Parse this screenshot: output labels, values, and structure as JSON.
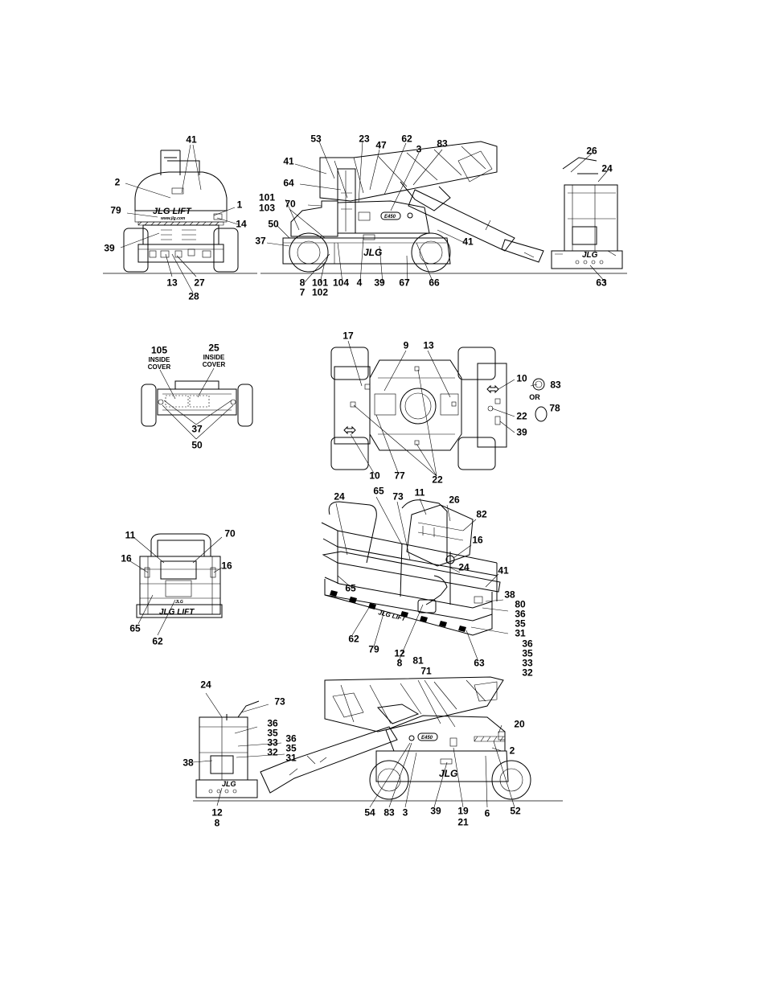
{
  "decal_text": {
    "brand": "JLG",
    "brand_lift": "JLG LIFT",
    "web": "www.jlg.com",
    "model": "E450"
  },
  "callouts": {
    "v1": [
      "41",
      "2",
      "1",
      "79",
      "14",
      "39",
      "13",
      "27",
      "28"
    ],
    "v2": [
      "53",
      "23",
      "47",
      "62",
      "3",
      "83",
      "41",
      "64",
      "101",
      "103",
      "70",
      "50",
      "37",
      "41",
      "8",
      "7",
      "101",
      "102",
      "104",
      "4",
      "39",
      "67",
      "66",
      "26",
      "24",
      "63"
    ],
    "v3": [
      "105",
      "25",
      "37",
      "50"
    ],
    "v3_notes": [
      "INSIDE\nCOVER",
      "INSIDE\nCOVER"
    ],
    "v4": [
      "17",
      "9",
      "13",
      "10",
      "83",
      "22",
      "78",
      "39",
      "10",
      "77",
      "22"
    ],
    "v4_or": "OR",
    "v5": [
      "11",
      "70",
      "16",
      "16",
      "65",
      "62"
    ],
    "v6": [
      "24",
      "65",
      "73",
      "11",
      "26",
      "82",
      "16",
      "24",
      "41",
      "38",
      "80",
      "36",
      "35",
      "31",
      "36",
      "35",
      "33",
      "32",
      "65",
      "62",
      "79",
      "12",
      "8",
      "63"
    ],
    "v7": [
      "81",
      "71",
      "24",
      "73",
      "36",
      "35",
      "36",
      "33",
      "35",
      "32",
      "31",
      "38",
      "20",
      "2",
      "12",
      "8",
      "54",
      "83",
      "3",
      "39",
      "19",
      "21",
      "6",
      "52"
    ]
  }
}
